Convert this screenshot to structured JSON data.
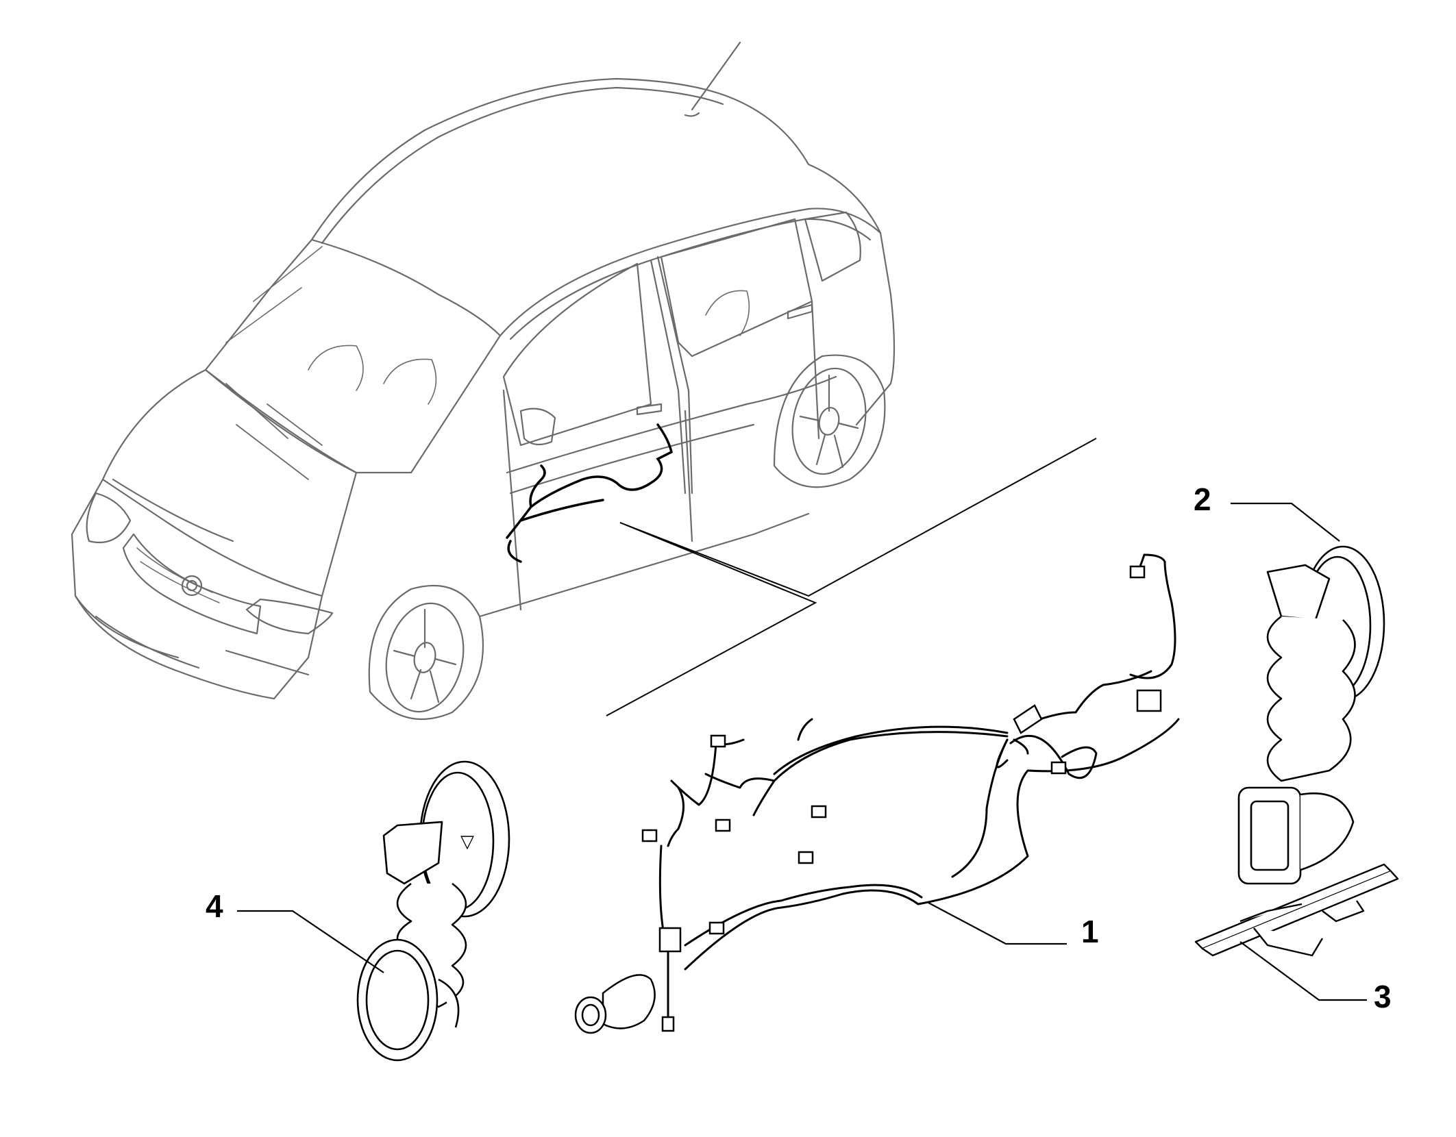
{
  "diagram": {
    "callouts": [
      {
        "id": "c1",
        "label": "1"
      },
      {
        "id": "c2",
        "label": "2"
      },
      {
        "id": "c3",
        "label": "3"
      },
      {
        "id": "c4",
        "label": "4"
      }
    ],
    "vehicle_badge_icon": "brand-badge-icon",
    "triangle_marker": "▽",
    "colors": {
      "line": "#000000",
      "car_line": "#6a6a6a",
      "background": "#ffffff"
    }
  }
}
